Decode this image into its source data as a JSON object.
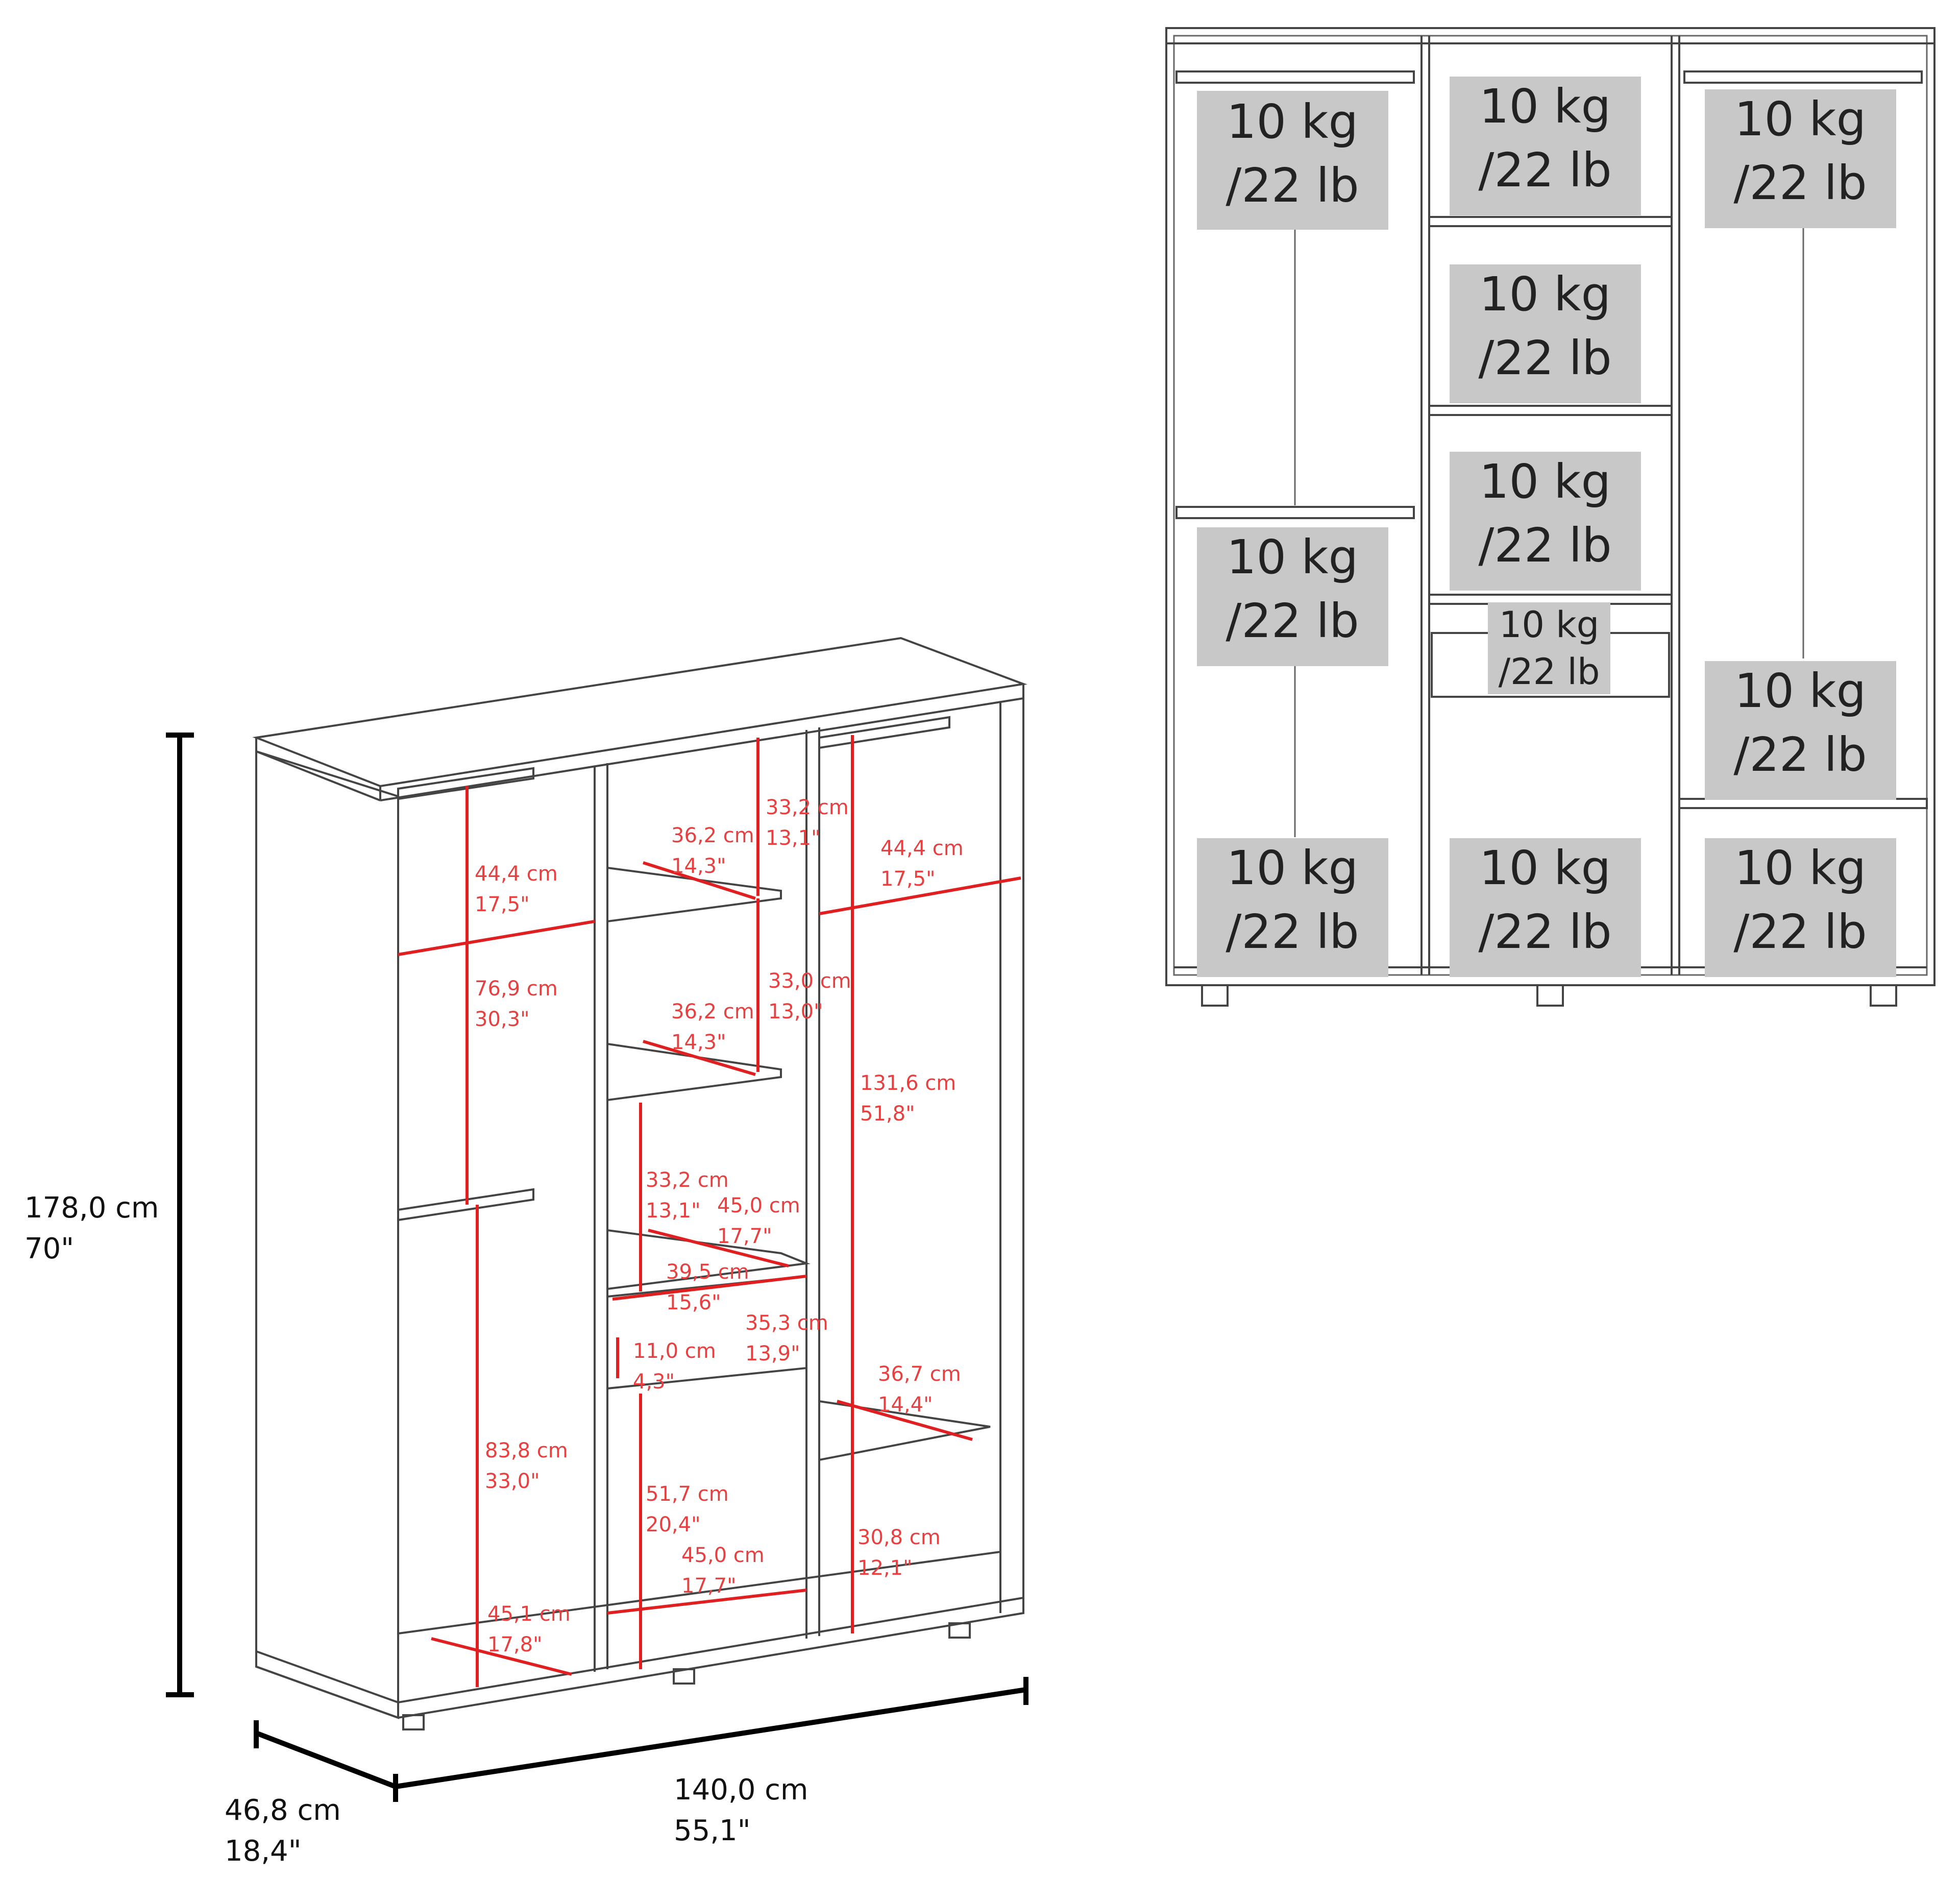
{
  "dimensions": {
    "height": {
      "cm": "178,0 cm",
      "in": "70\""
    },
    "width": {
      "cm": "140,0 cm",
      "in": "55,1\""
    },
    "depth": {
      "cm": "46,8 cm",
      "in": "18,4\""
    }
  },
  "inner_measurements": [
    {
      "cm": "44,4 cm",
      "in": "17,5\""
    },
    {
      "cm": "76,9 cm",
      "in": "30,3\""
    },
    {
      "cm": "83,8 cm",
      "in": "33,0\""
    },
    {
      "cm": "45,1 cm",
      "in": "17,8\""
    },
    {
      "cm": "36,2 cm",
      "in": "14,3\""
    },
    {
      "cm": "33,2 cm",
      "in": "13,1\""
    },
    {
      "cm": "36,2 cm",
      "in": "14,3\""
    },
    {
      "cm": "33,0 cm",
      "in": "13,0\""
    },
    {
      "cm": "33,2 cm",
      "in": "13,1\""
    },
    {
      "cm": "45,0 cm",
      "in": "17,7\""
    },
    {
      "cm": "39,5 cm",
      "in": "15,6\""
    },
    {
      "cm": "35,3 cm",
      "in": "13,9\""
    },
    {
      "cm": "11,0 cm",
      "in": "4,3\""
    },
    {
      "cm": "51,7 cm",
      "in": "20,4\""
    },
    {
      "cm": "45,0 cm",
      "in": "17,7\""
    },
    {
      "cm": "44,4 cm",
      "in": "17,5\""
    },
    {
      "cm": "131,6 cm",
      "in": "51,8\""
    },
    {
      "cm": "36,7 cm",
      "in": "14,4\""
    },
    {
      "cm": "30,8 cm",
      "in": "12,1\""
    }
  ],
  "capacity_labels": [
    {
      "kg": "10 kg",
      "lb": "/22 lb"
    },
    {
      "kg": "10 kg",
      "lb": "/22 lb"
    },
    {
      "kg": "10 kg",
      "lb": "/22 lb"
    },
    {
      "kg": "10 kg",
      "lb": "/22 lb"
    },
    {
      "kg": "10 kg",
      "lb": "/22 lb"
    },
    {
      "kg": "10 kg",
      "lb": "/22 lb"
    },
    {
      "kg": "10 kg",
      "lb": "/22 lb"
    },
    {
      "kg": "10 kg",
      "lb": "/22 lb"
    },
    {
      "kg": "10 kg",
      "lb": "/22 lb"
    },
    {
      "kg": "10 kg",
      "lb": "/22 lb"
    },
    {
      "kg": "10 kg",
      "lb": "/22 lb"
    }
  ],
  "colors": {
    "measure_red": "#e64040",
    "capacity_box": "#c8c8c8",
    "line": "#444444"
  }
}
